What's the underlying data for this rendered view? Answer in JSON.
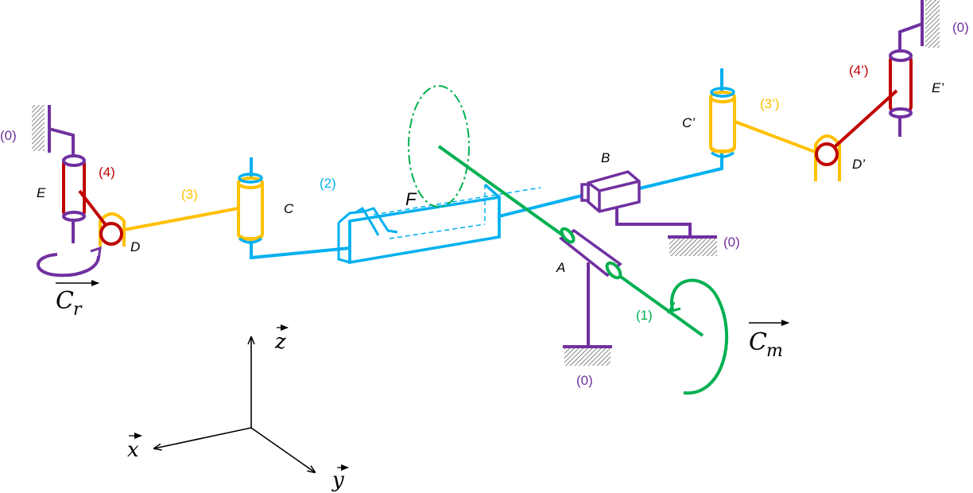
{
  "colors": {
    "frame": "#7030a0",
    "body1": "#00b050",
    "body2": "#00b0f0",
    "body3": "#ffc000",
    "body4": "#c00000",
    "axes": "#000000"
  },
  "bodies": {
    "ground_labels": [
      "(0)",
      "(0)",
      "(0)",
      "(0)"
    ],
    "body1": "(1)",
    "body2": "(2)",
    "body3": "(3)",
    "body3p": "(3’)",
    "body4": "(4)",
    "body4p": "(4’)"
  },
  "points": {
    "A": "A",
    "B": "B",
    "C": "C",
    "Cp": "C’",
    "D": "D",
    "Dp": "D’",
    "E": "E",
    "Ep": "E’",
    "F": "F"
  },
  "couples": {
    "Cr_main": "C",
    "Cr_sub": "r",
    "Cm_main": "C",
    "Cm_sub": "m"
  },
  "axes": {
    "x": "x",
    "y": "y",
    "z": "z"
  }
}
